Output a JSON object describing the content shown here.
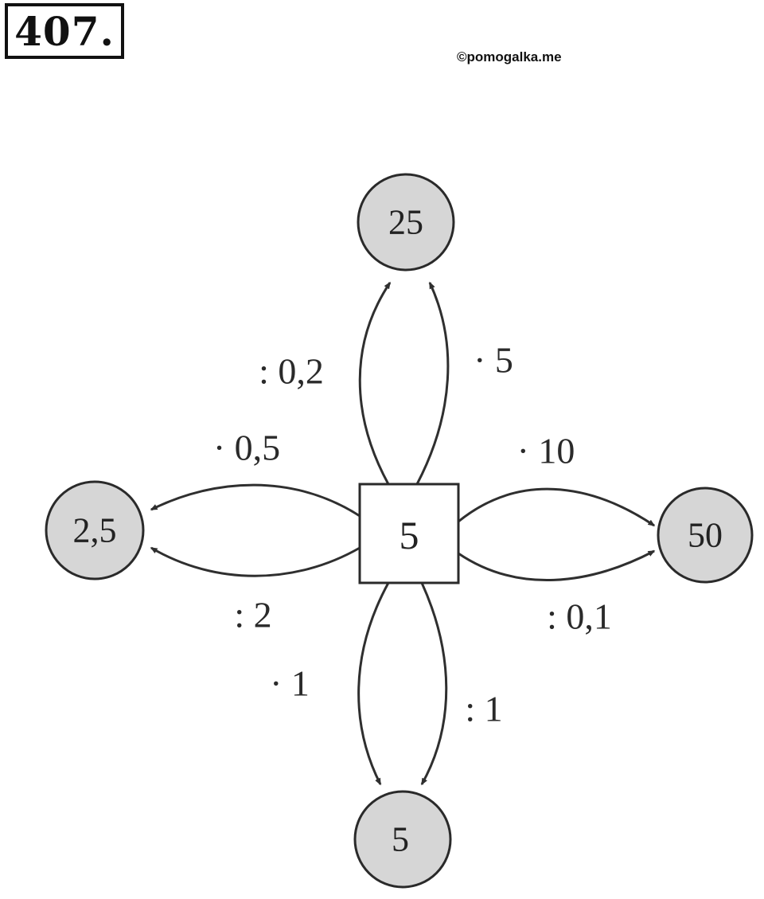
{
  "header": {
    "problem_number": "407.",
    "watermark": "©pomogalka.me"
  },
  "diagram": {
    "center": {
      "label": "5"
    },
    "nodes": {
      "top": "25",
      "left": "2,5",
      "right": "50",
      "bottom": "5"
    },
    "operations": {
      "top_left": ": 0,2",
      "top_right": "· 5",
      "left_top": "· 0,5",
      "left_bottom": ": 2",
      "right_top": "· 10",
      "right_bottom": ": 0,1",
      "bottom_left": "· 1",
      "bottom_right": ": 1"
    }
  }
}
